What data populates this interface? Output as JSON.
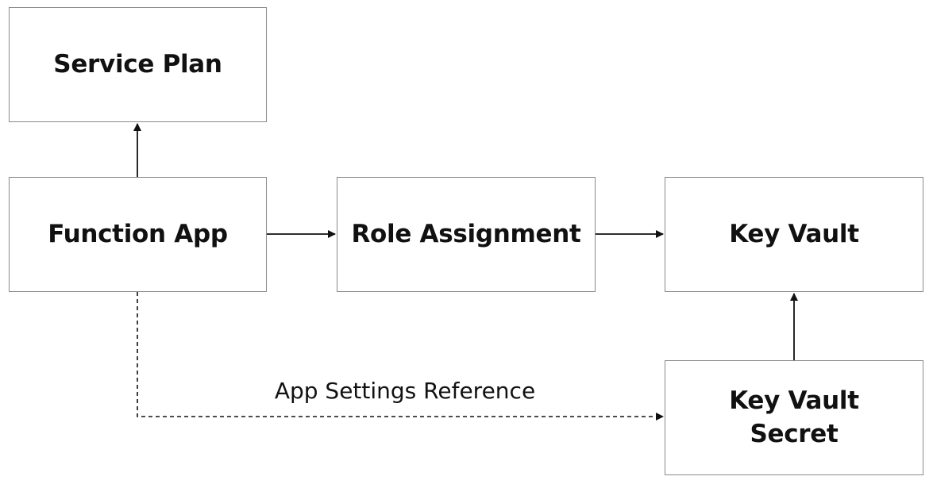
{
  "diagram": {
    "nodes": {
      "service_plan": "Service Plan",
      "function_app": "Function App",
      "role_assignment": "Role Assignment",
      "key_vault": "Key Vault",
      "key_vault_secret_line1": "Key Vault",
      "key_vault_secret_line2": "Secret"
    },
    "edges": [
      {
        "from": "Function App",
        "to": "Service Plan",
        "style": "solid"
      },
      {
        "from": "Function App",
        "to": "Role Assignment",
        "style": "solid"
      },
      {
        "from": "Role Assignment",
        "to": "Key Vault",
        "style": "solid"
      },
      {
        "from": "Key Vault Secret",
        "to": "Key Vault",
        "style": "solid"
      },
      {
        "from": "Function App",
        "to": "Key Vault Secret",
        "style": "dashed",
        "label": "App Settings Reference"
      }
    ],
    "edge_label": "App Settings Reference"
  }
}
